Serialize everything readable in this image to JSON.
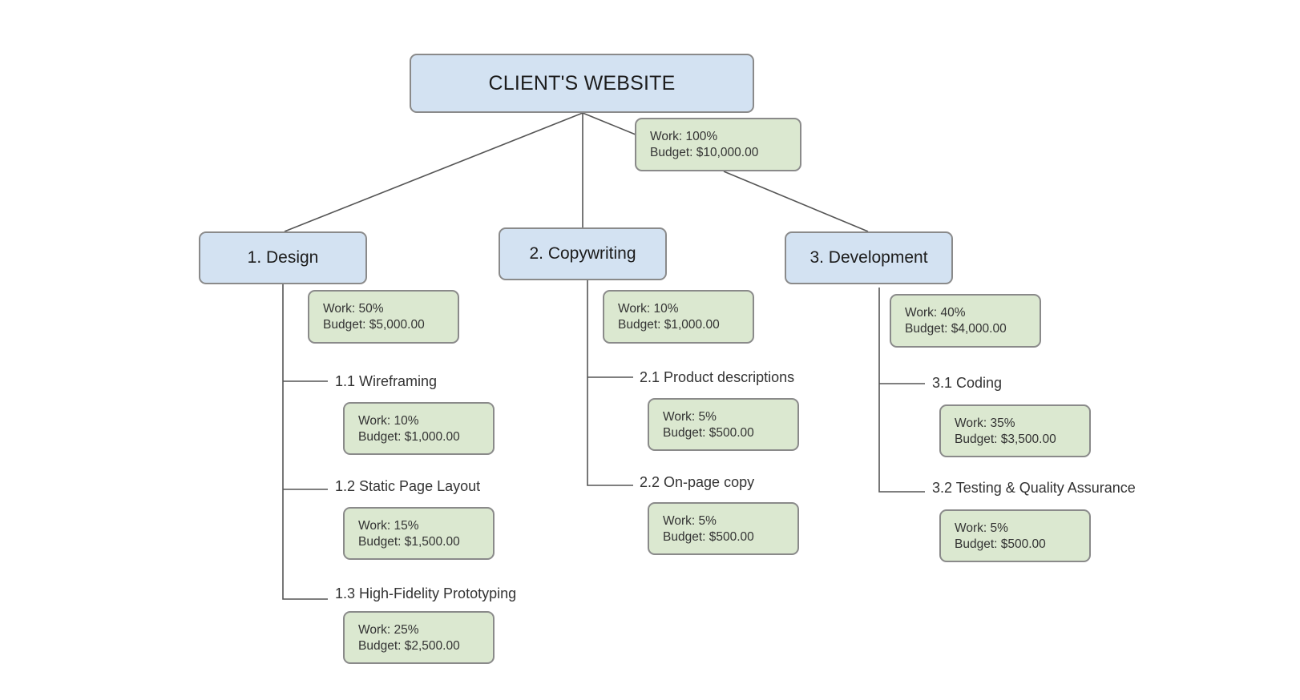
{
  "root": {
    "title": "CLIENT'S WEBSITE",
    "work": "Work: 100%",
    "budget": "Budget: $10,000.00"
  },
  "branches": [
    {
      "title": "1. Design",
      "work": "Work: 50%",
      "budget": "Budget: $5,000.00",
      "items": [
        {
          "label": "1.1 Wireframing",
          "work": "Work: 10%",
          "budget": "Budget: $1,000.00"
        },
        {
          "label": "1.2 Static Page Layout",
          "work": "Work: 15%",
          "budget": "Budget: $1,500.00"
        },
        {
          "label": "1.3 High-Fidelity Prototyping",
          "work": "Work: 25%",
          "budget": "Budget: $2,500.00"
        }
      ]
    },
    {
      "title": "2. Copywriting",
      "work": "Work: 10%",
      "budget": "Budget: $1,000.00",
      "items": [
        {
          "label": "2.1 Product descriptions",
          "work": "Work: 5%",
          "budget": "Budget: $500.00"
        },
        {
          "label": "2.2 On-page copy",
          "work": "Work: 5%",
          "budget": "Budget: $500.00"
        }
      ]
    },
    {
      "title": "3. Development",
      "work": "Work: 40%",
      "budget": "Budget: $4,000.00",
      "items": [
        {
          "label": "3.1 Coding",
          "work": "Work: 35%",
          "budget": "Budget: $3,500.00"
        },
        {
          "label": "3.2 Testing & Quality Assurance",
          "work": "Work: 5%",
          "budget": "Budget: $500.00"
        }
      ]
    }
  ]
}
